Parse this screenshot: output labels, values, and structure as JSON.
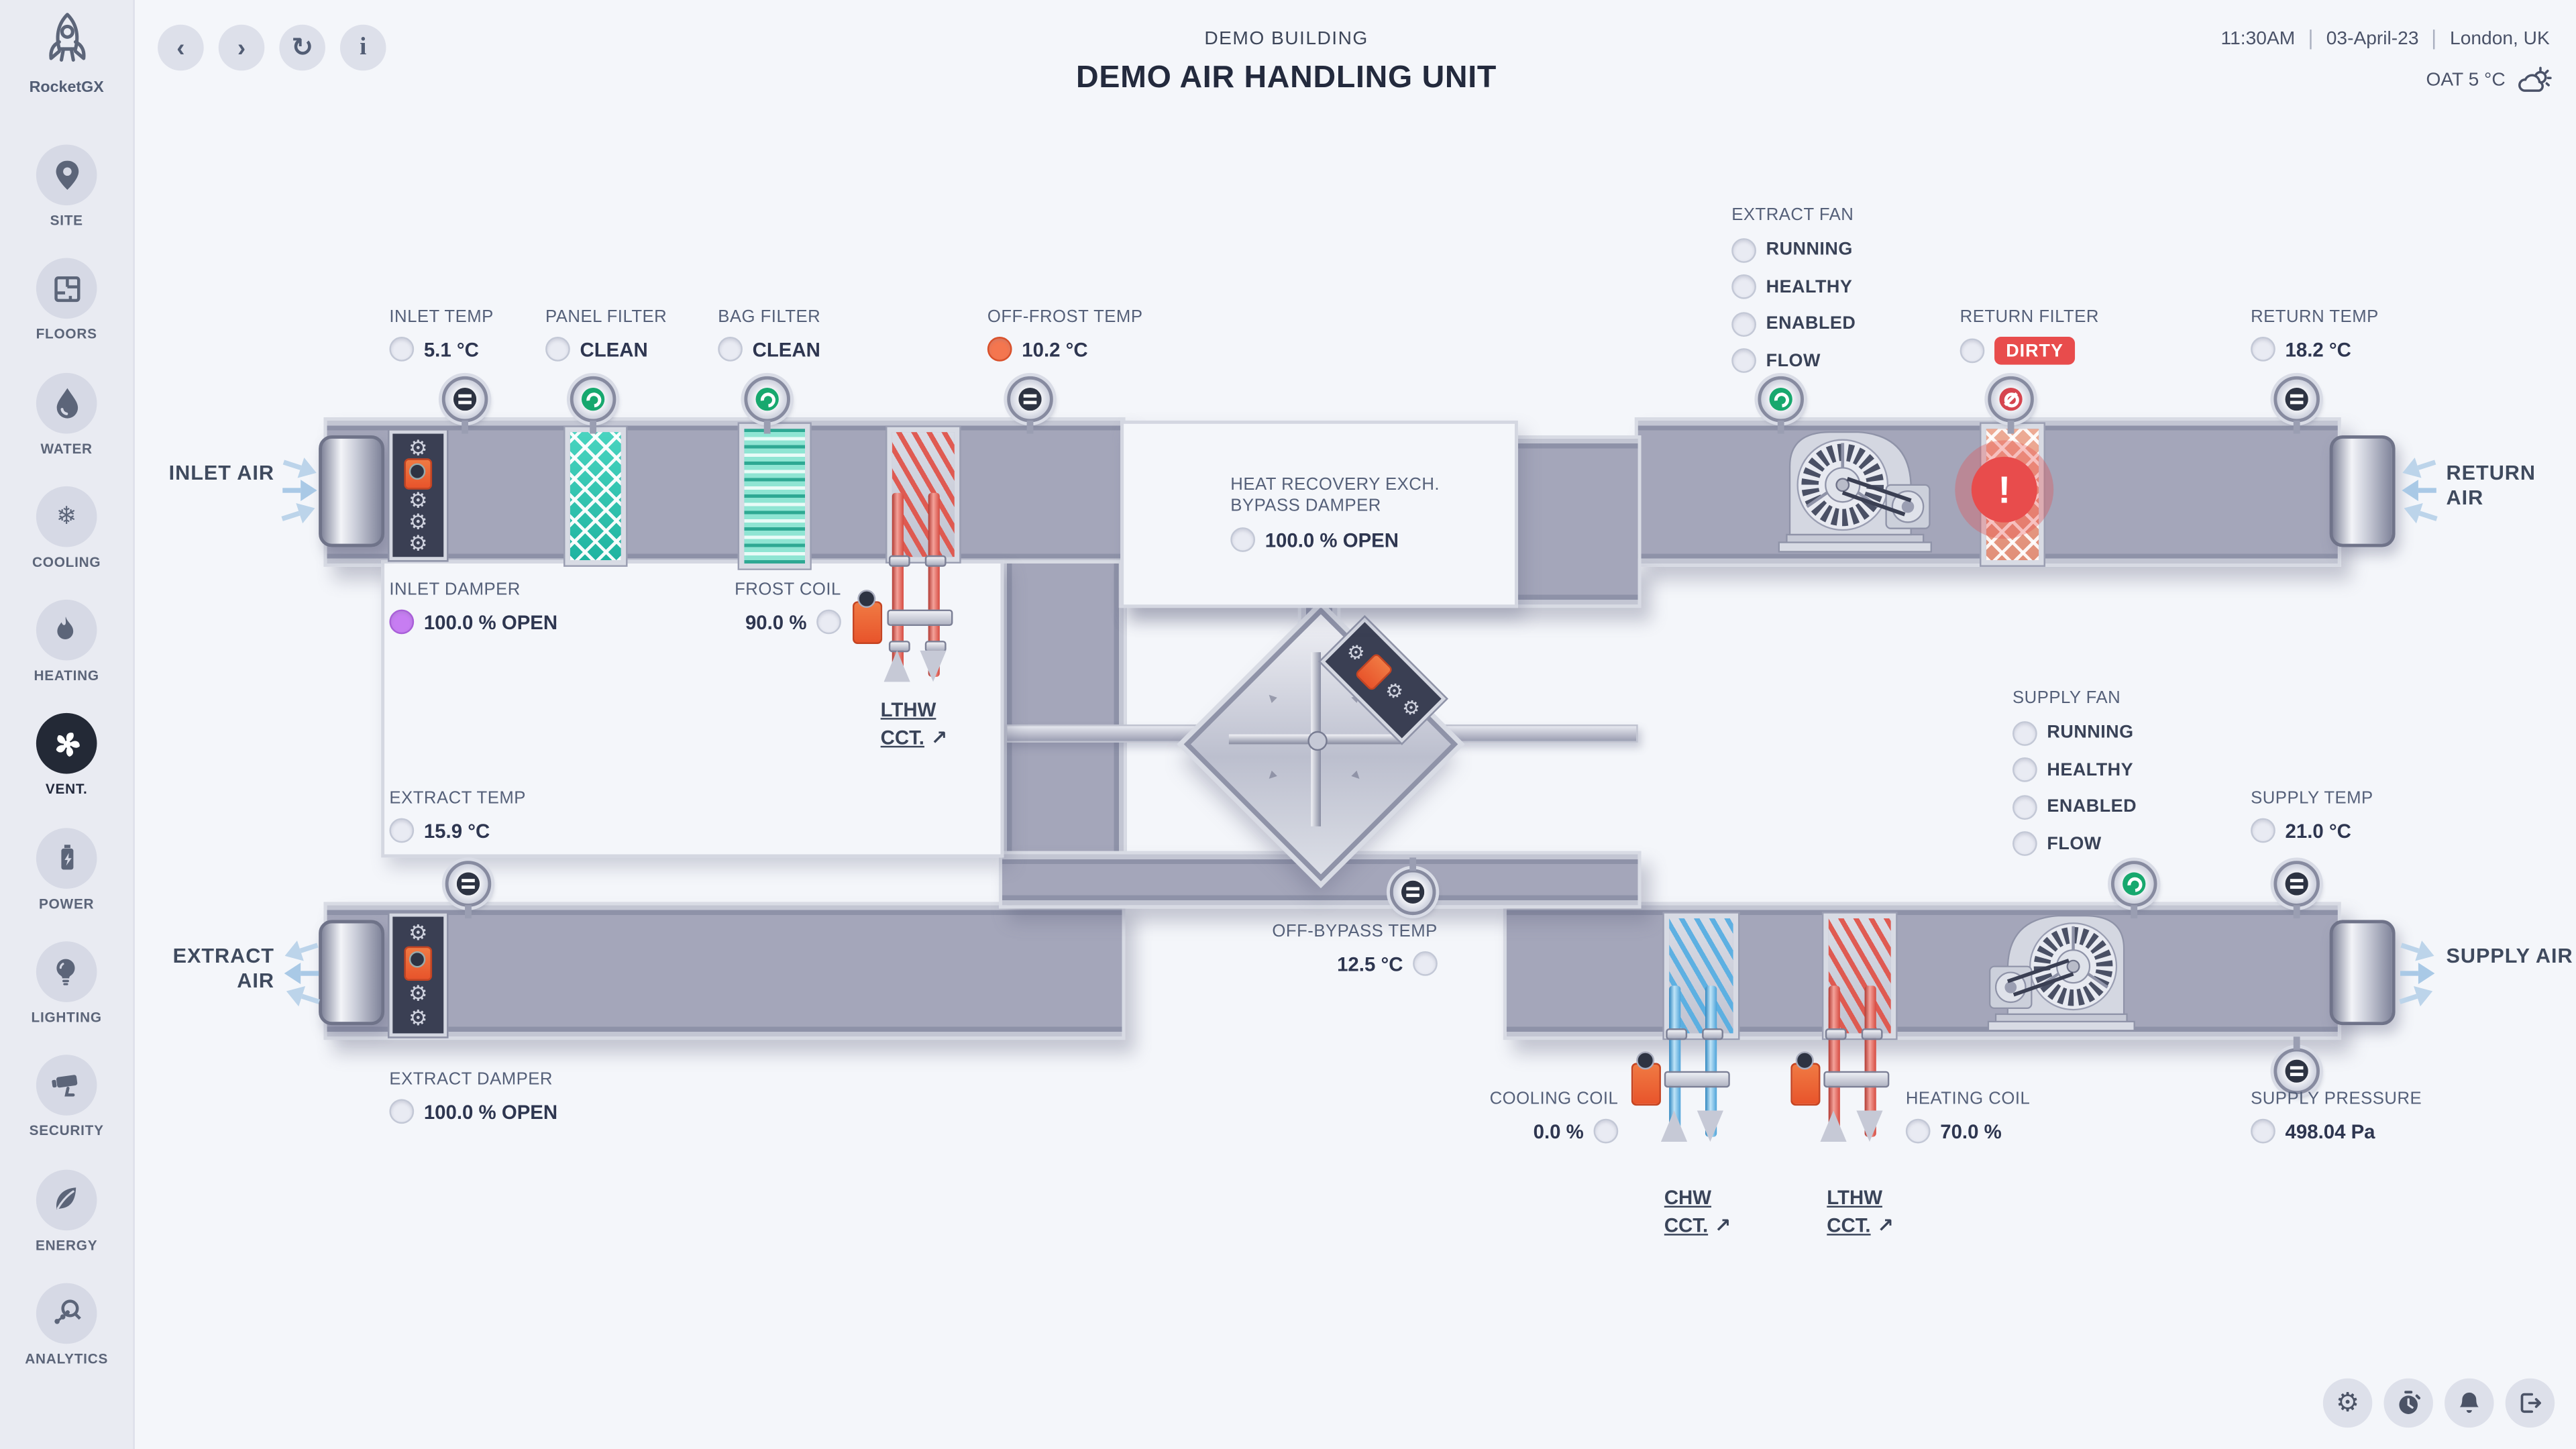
{
  "sidebar": {
    "brand": "RocketGX",
    "items": [
      {
        "label": "SITE",
        "icon": "pin-icon"
      },
      {
        "label": "FLOORS",
        "icon": "floorplan-icon"
      },
      {
        "label": "WATER",
        "icon": "droplet-icon"
      },
      {
        "label": "COOLING",
        "icon": "snowflake-icon"
      },
      {
        "label": "HEATING",
        "icon": "flame-icon"
      },
      {
        "label": "VENT.",
        "icon": "fan-icon",
        "active": true
      },
      {
        "label": "POWER",
        "icon": "battery-icon"
      },
      {
        "label": "LIGHTING",
        "icon": "bulb-icon"
      },
      {
        "label": "SECURITY",
        "icon": "camera-icon"
      },
      {
        "label": "ENERGY",
        "icon": "leaf-icon"
      },
      {
        "label": "ANALYTICS",
        "icon": "analytics-icon"
      }
    ]
  },
  "header": {
    "building": "DEMO BUILDING",
    "title": "DEMO AIR HANDLING UNIT",
    "time": "11:30AM",
    "date": "03-April-23",
    "location": "London, UK",
    "oat": "OAT 5 °C",
    "nav_buttons": [
      "back",
      "forward",
      "refresh",
      "info"
    ]
  },
  "footer_buttons": [
    "settings-gear",
    "timer",
    "alarm-bell",
    "logout"
  ],
  "airflow": {
    "inlet": "INLET AIR",
    "extract": "EXTRACT AIR",
    "return": "RETURN AIR",
    "supply": "SUPPLY AIR"
  },
  "points": {
    "inlet_temp": {
      "label": "INLET TEMP",
      "value": "5.1 °C",
      "indicator": "gray"
    },
    "panel_filter": {
      "label": "PANEL FILTER",
      "value": "CLEAN",
      "indicator": "gray"
    },
    "bag_filter": {
      "label": "BAG FILTER",
      "value": "CLEAN",
      "indicator": "gray"
    },
    "off_frost_temp": {
      "label": "OFF-FROST TEMP",
      "value": "10.2 °C",
      "indicator": "orange"
    },
    "inlet_damper": {
      "label": "INLET DAMPER",
      "value": "100.0 % OPEN",
      "indicator": "purple"
    },
    "frost_coil": {
      "label": "FROST COIL",
      "value": "90.0 %",
      "indicator": "gray"
    },
    "heat_recovery": {
      "label_line1": "HEAT RECOVERY EXCH.",
      "label_line2": "BYPASS DAMPER",
      "value": "100.0 % OPEN",
      "indicator": "gray"
    },
    "extract_temp": {
      "label": "EXTRACT TEMP",
      "value": "15.9 °C",
      "indicator": "gray"
    },
    "extract_damper": {
      "label": "EXTRACT DAMPER",
      "value": "100.0 % OPEN",
      "indicator": "gray"
    },
    "off_bypass_temp": {
      "label": "OFF-BYPASS TEMP",
      "value": "12.5 °C",
      "indicator": "gray"
    },
    "extract_fan": {
      "label": "EXTRACT FAN",
      "statuses": [
        "RUNNING",
        "HEALTHY",
        "ENABLED",
        "FLOW"
      ]
    },
    "return_filter": {
      "label": "RETURN FILTER",
      "value": "DIRTY",
      "alert_glyph": "!",
      "indicator": "gray"
    },
    "return_temp": {
      "label": "RETURN TEMP",
      "value": "18.2 °C",
      "indicator": "gray"
    },
    "supply_fan": {
      "label": "SUPPLY FAN",
      "statuses": [
        "RUNNING",
        "HEALTHY",
        "ENABLED",
        "FLOW"
      ]
    },
    "supply_temp": {
      "label": "SUPPLY TEMP",
      "value": "21.0 °C",
      "indicator": "gray"
    },
    "cooling_coil": {
      "label": "COOLING COIL",
      "value": "0.0 %",
      "indicator": "gray"
    },
    "heating_coil": {
      "label": "HEATING COIL",
      "value": "70.0 %",
      "indicator": "gray"
    },
    "supply_pressure": {
      "label": "SUPPLY PRESSURE",
      "value": "498.04 Pa",
      "indicator": "gray"
    }
  },
  "links": {
    "lthw_frost": {
      "line1": "LTHW",
      "line2": "CCT."
    },
    "chw": {
      "line1": "CHW",
      "line2": "CCT."
    },
    "lthw_heating": {
      "line1": "LTHW",
      "line2": "CCT."
    }
  },
  "colors": {
    "alert_red": "#e84c4c",
    "indicator_purple": "#c77df2",
    "indicator_orange": "#f4764f",
    "filter_teal": "#35c4b0",
    "return_filter_salmon": "#e8a08c",
    "pipe_red": "#e0544a",
    "pipe_blue": "#57aee2",
    "sidebar_active": "#232936",
    "duct_gray": "#a4a6ba"
  }
}
